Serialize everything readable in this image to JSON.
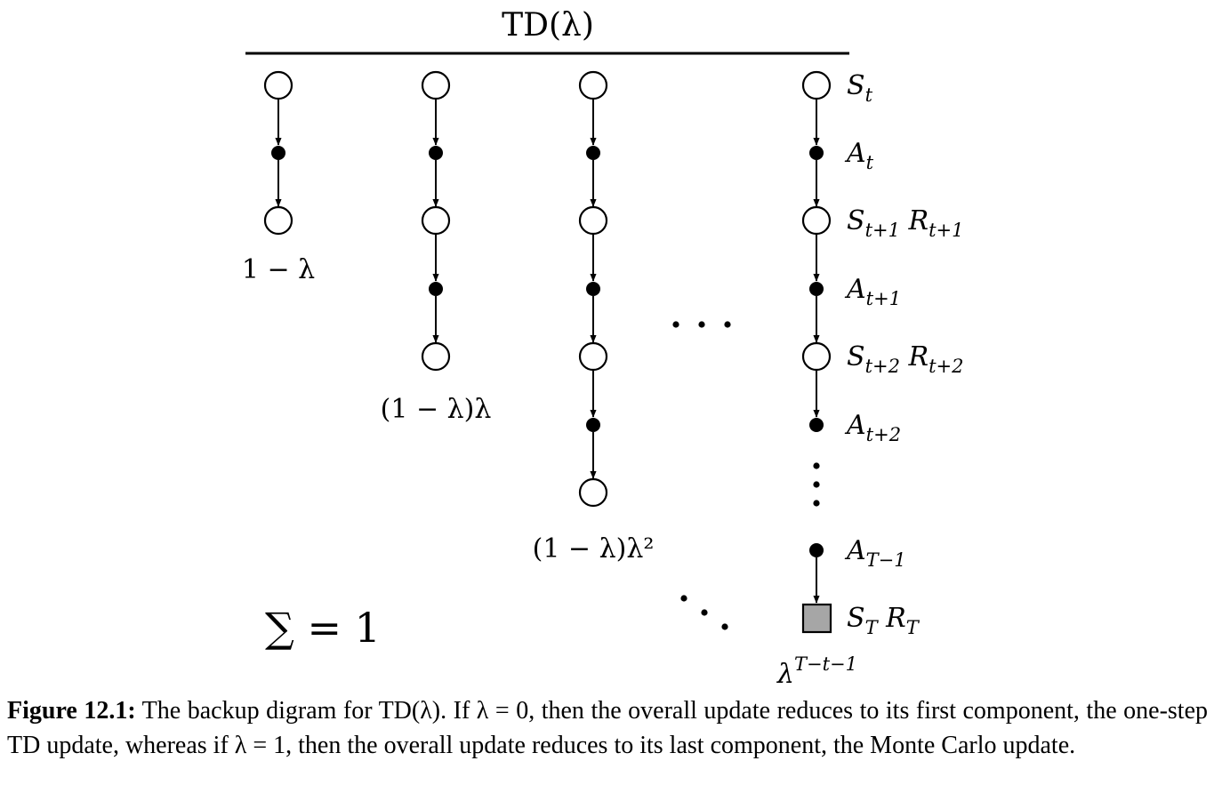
{
  "title": "TD(λ)",
  "weights": {
    "c1": "1 − λ",
    "c2": "(1 − λ)λ",
    "c3": "(1 − λ)λ²",
    "last": "λ^(T−t−1)"
  },
  "sum_label": "∑ = 1",
  "row_labels": {
    "s_t": "S_t",
    "a_t": "A_t",
    "s_t1": "S_{t+1}  R_{t+1}",
    "a_t1": "A_{t+1}",
    "s_t2": "S_{t+2}  R_{t+2}",
    "a_t2": "A_{t+2}",
    "a_T1": "A_{T−1}",
    "s_T": "S_T  R_T"
  },
  "caption": {
    "label": "Figure 12.1:",
    "text": "The backup digram for TD(λ). If λ = 0, then the overall update reduces to its first component, the one-step TD update, whereas if λ = 1, then the overall update reduces to its last component, the Monte Carlo update."
  },
  "colors": {
    "ink": "#000000",
    "terminal_fill": "#a6a6a6",
    "background": "#ffffff"
  }
}
